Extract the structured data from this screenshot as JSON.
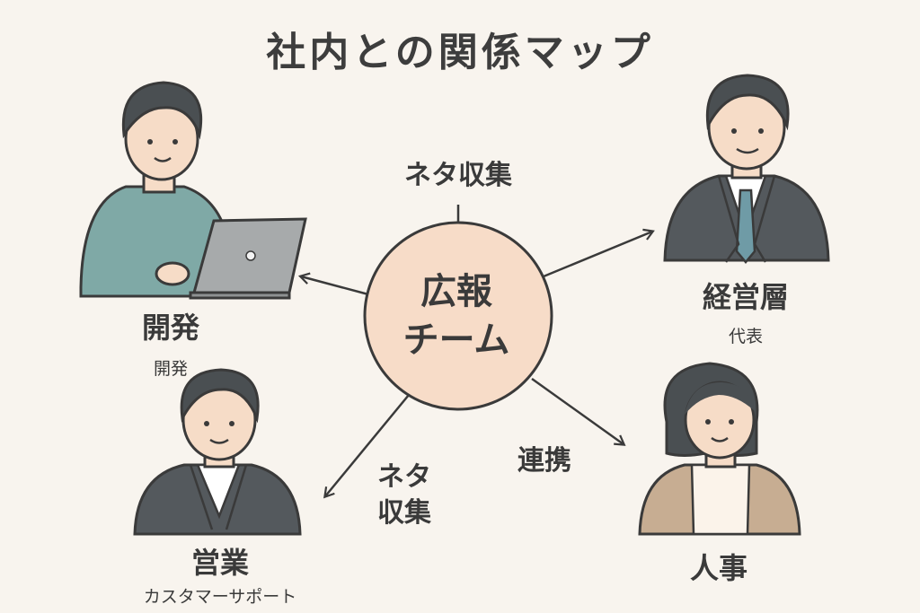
{
  "title": "社内との関係マップ",
  "center": {
    "line1": "広報",
    "line2": "チーム"
  },
  "nodes": {
    "dev": {
      "label": "開発",
      "sub": "開発"
    },
    "exec": {
      "label": "経営層",
      "sub": "代表"
    },
    "sales": {
      "label": "営業",
      "sub": "カスタマーサポート"
    },
    "hr": {
      "label": "人事"
    }
  },
  "links": {
    "top": "ネタ収集",
    "bottom_left_1": "ネタ",
    "bottom_left_2": "収集",
    "bottom_right": "連携"
  }
}
